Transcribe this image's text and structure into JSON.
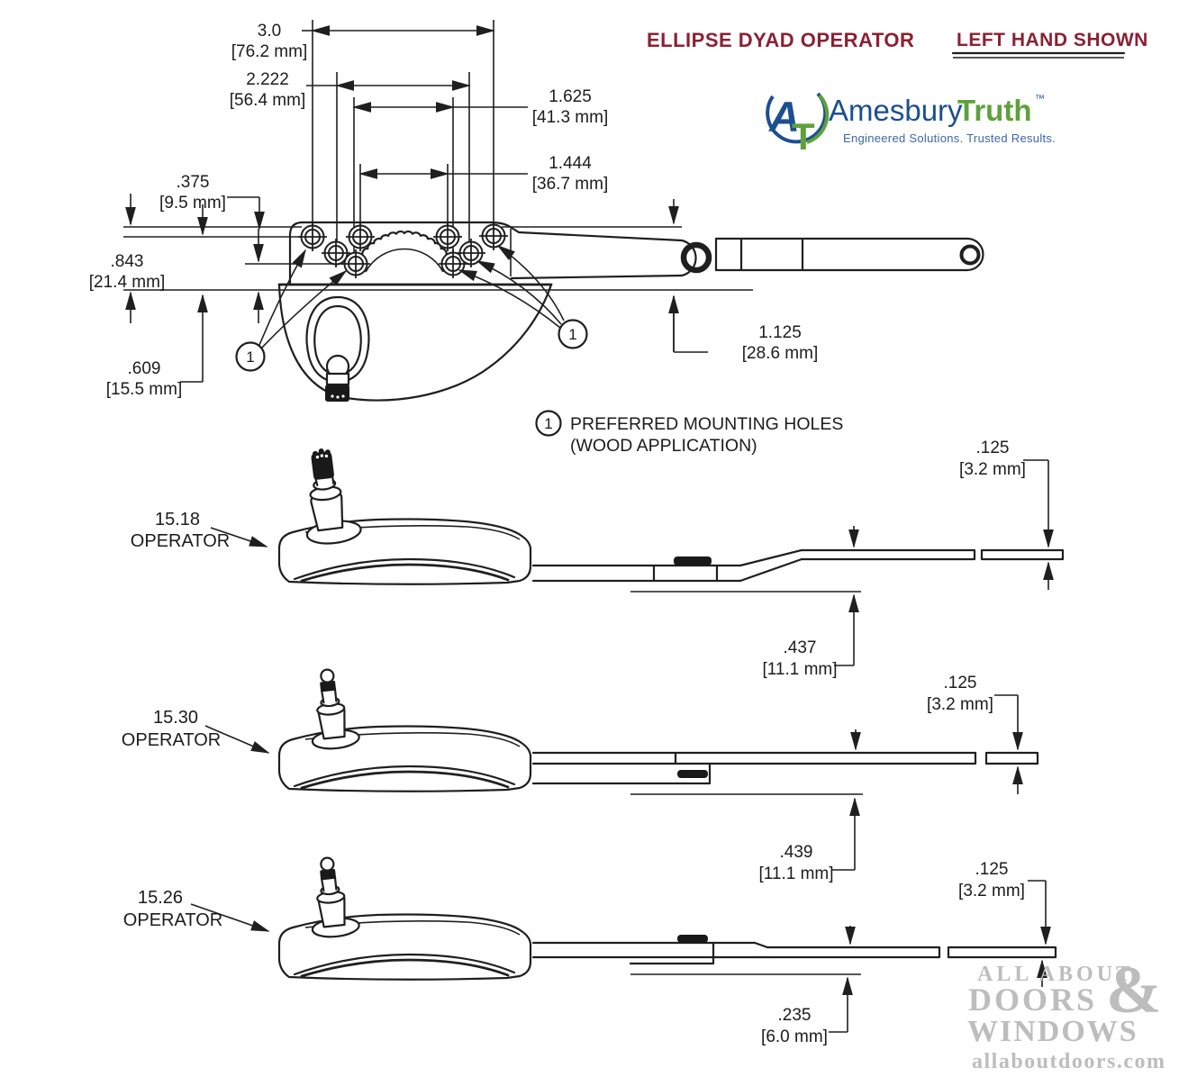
{
  "header": {
    "title": "ELLIPSE DYAD OPERATOR",
    "subtitle": "LEFT HAND SHOWN"
  },
  "logo": {
    "brand_primary": "Amesbury",
    "brand_secondary": "Truth",
    "trademark": "™",
    "tagline": "Engineered Solutions. Trusted Results.",
    "monogram_a": "A",
    "monogram_t": "T",
    "color_primary": "#1c4f90",
    "color_secondary": "#5ea13c"
  },
  "note": {
    "marker": "1",
    "line1": "PREFERRED MOUNTING HOLES",
    "line2": "(WOOD APPLICATION)"
  },
  "top_view": {
    "callout": "1",
    "dims": {
      "d30": {
        "in": "3.0",
        "mm": "[76.2 mm]"
      },
      "d2222": {
        "in": "2.222",
        "mm": "[56.4 mm]"
      },
      "d1625": {
        "in": "1.625",
        "mm": "[41.3 mm]"
      },
      "d1444": {
        "in": "1.444",
        "mm": "[36.7 mm]"
      },
      "d375": {
        "in": ".375",
        "mm": "[9.5 mm]"
      },
      "d843": {
        "in": ".843",
        "mm": "[21.4 mm]"
      },
      "d609": {
        "in": ".609",
        "mm": "[15.5 mm]"
      },
      "d1125": {
        "in": "1.125",
        "mm": "[28.6 mm]"
      }
    }
  },
  "side_views": [
    {
      "model": "15.18",
      "type_label": "OPERATOR",
      "thickness": {
        "in": ".125",
        "mm": "[3.2 mm]"
      },
      "offset": {
        "in": ".437",
        "mm": "[11.1 mm]"
      }
    },
    {
      "model": "15.30",
      "type_label": "OPERATOR",
      "thickness": {
        "in": ".125",
        "mm": "[3.2 mm]"
      },
      "offset": {
        "in": ".439",
        "mm": "[11.1 mm]"
      }
    },
    {
      "model": "15.26",
      "type_label": "OPERATOR",
      "thickness": {
        "in": ".125",
        "mm": "[3.2 mm]"
      },
      "offset": {
        "in": ".235",
        "mm": "[6.0 mm]"
      }
    }
  ],
  "watermark": {
    "line1": "ALL ABOUT",
    "line2": "DOORS",
    "amp": "&",
    "line3": "WINDOWS",
    "line4": "allaboutdoors.com"
  }
}
